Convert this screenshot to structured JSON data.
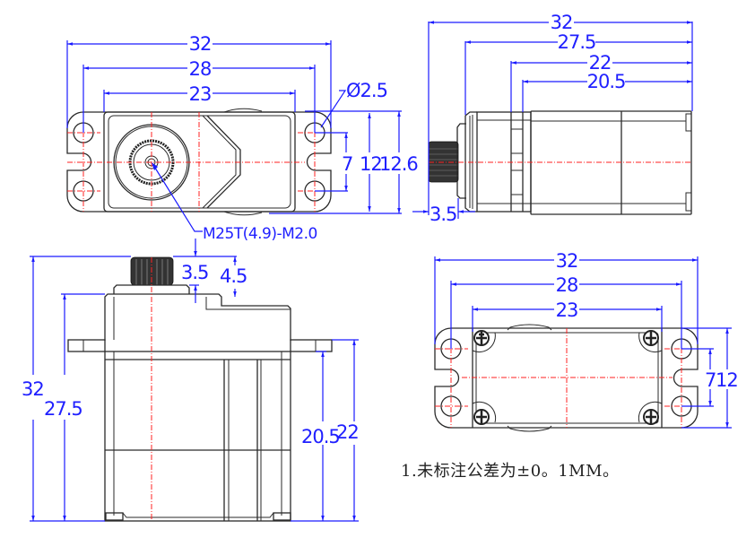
{
  "title": "Servo mechanical dimension drawing",
  "units": "mm",
  "colors": {
    "outline": "#2a2a2a",
    "centerline": "#ff2020",
    "dimension": "#1a1aff"
  },
  "views": {
    "top": {
      "dims": {
        "overall": "32",
        "hole_span": "28",
        "body": "23",
        "hole_dia": "Ø2.5",
        "hole_pitch": "7",
        "plate_height": "12",
        "body_height": "12.6"
      },
      "callout": "M25T(4.9)-M2.0"
    },
    "side": {
      "dims": {
        "overall": "32",
        "to_collar": "27.5",
        "to_flange": "22",
        "to_flange_inner": "20.5",
        "gear_length": "3.5"
      }
    },
    "front": {
      "dims": {
        "overall_height": "32",
        "body_height": "27.5",
        "gear_height": "3.5",
        "top_step": "4.5",
        "ear_to_bottom": "20.5",
        "ear_top_to_bottom": "22"
      }
    },
    "bottom": {
      "dims": {
        "overall": "32",
        "hole_span": "28",
        "body": "23",
        "hole_pitch": "7",
        "plate_height": "12"
      }
    }
  },
  "note": "1.未标注公差为±0。1MM。"
}
